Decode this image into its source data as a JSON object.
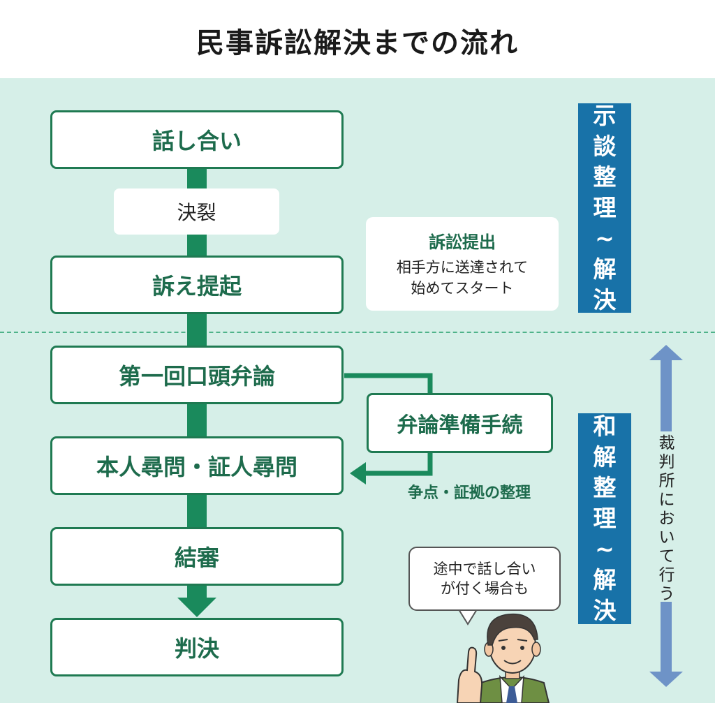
{
  "title": "民事訴訟解決までの流れ",
  "steps": {
    "talk": "話し合い",
    "breakdown": "決裂",
    "lawsuit": "訴え提起",
    "first_hearing": "第一回口頭弁論",
    "examination": "本人尋問・証人尋問",
    "conclusion": "結審",
    "judgment": "判決"
  },
  "filing_note": {
    "title": "訴訟提出",
    "lines": [
      "相手方に送達されて",
      "始めてスタート"
    ]
  },
  "prep": {
    "label": "弁論準備手続",
    "note": "争点・証拠の整理"
  },
  "phases": {
    "top": [
      "示",
      "談",
      "整",
      "理",
      "~",
      "解",
      "決"
    ],
    "bottom": [
      "和",
      "解",
      "整",
      "理",
      "~",
      "解",
      "決"
    ]
  },
  "court_label": [
    "裁",
    "判",
    "所",
    "に",
    "お",
    "い",
    "て",
    "行",
    "う"
  ],
  "speech": [
    "途中で話し合い",
    "が付く場合も"
  ],
  "colors": {
    "background": "#d6efe8",
    "green": "#1a8a5c",
    "dark_green": "#1f7a52",
    "text_green": "#1d6b4c",
    "phase_blue": "#1872a8",
    "arrow_blue": "#6e93c7"
  }
}
